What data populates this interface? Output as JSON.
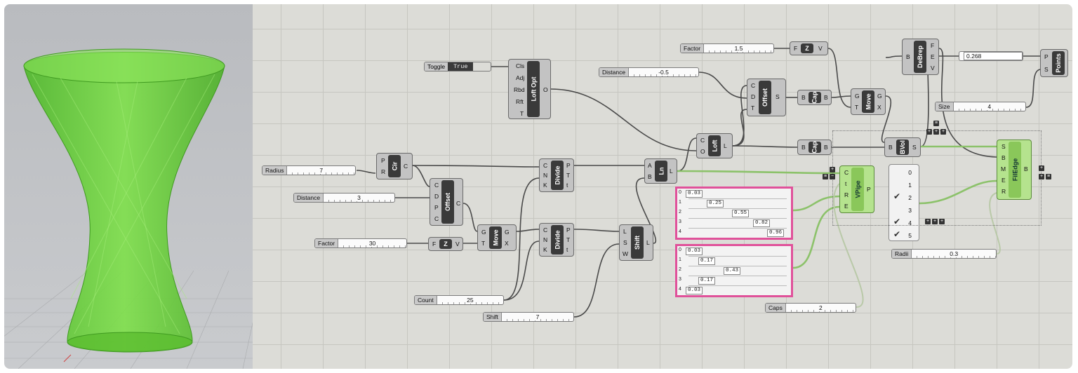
{
  "viewport": {
    "object_color": "#66cc33"
  },
  "canvas": {
    "grid_color": "#c6c6c0",
    "background": "#dcdcd7"
  },
  "sliders": {
    "radius": {
      "label": "Radius",
      "value": "7"
    },
    "distance1": {
      "label": "Distance",
      "value": "3"
    },
    "factor1": {
      "label": "Factor",
      "value": "30"
    },
    "count": {
      "label": "Count",
      "value": "25"
    },
    "shift": {
      "label": "Shift",
      "value": "7"
    },
    "distance2": {
      "label": "Distance",
      "value": "-0.5"
    },
    "factor2": {
      "label": "Factor",
      "value": "1.5"
    },
    "size": {
      "label": "Size",
      "value": "4"
    },
    "radii": {
      "label": "Radii",
      "value": "0.3"
    },
    "caps": {
      "label": "Caps",
      "value": "2"
    }
  },
  "toggle": {
    "label": "Toggle",
    "value": "True"
  },
  "components": {
    "cir": {
      "name": "Cir",
      "inputs": [
        "P",
        "R"
      ],
      "outputs": [
        "C"
      ]
    },
    "offset1": {
      "name": "Offset",
      "inputs": [
        "C",
        "D",
        "P",
        "C"
      ],
      "outputs": [
        "C"
      ]
    },
    "zvec1": {
      "name": "Z",
      "inputs": [
        "F"
      ],
      "outputs": [
        "V"
      ]
    },
    "move1": {
      "name": "Move",
      "inputs": [
        "G",
        "T"
      ],
      "outputs": [
        "G",
        "X"
      ]
    },
    "divide1": {
      "name": "Divide",
      "inputs": [
        "C",
        "N",
        "K"
      ],
      "outputs": [
        "P",
        "T",
        "t"
      ]
    },
    "divide2": {
      "name": "Divide",
      "inputs": [
        "C",
        "N",
        "K"
      ],
      "outputs": [
        "P",
        "T",
        "t"
      ]
    },
    "loftopt": {
      "name": "Loft Opt",
      "inputs": [
        "Cls",
        "Adj",
        "Rbd",
        "Rft",
        "T"
      ],
      "outputs": [
        "O"
      ]
    },
    "ln": {
      "name": "Ln",
      "inputs": [
        "A",
        "B"
      ],
      "outputs": [
        "L"
      ]
    },
    "shift": {
      "name": "Shift",
      "inputs": [
        "L",
        "S",
        "W"
      ],
      "outputs": [
        "L"
      ]
    },
    "loft": {
      "name": "Loft",
      "inputs": [
        "C",
        "O"
      ],
      "outputs": [
        "L"
      ]
    },
    "offset2": {
      "name": "Offset",
      "inputs": [
        "C",
        "D",
        "T"
      ],
      "outputs": [
        "S"
      ]
    },
    "cap1": {
      "name": "Cap",
      "inputs": [
        "B"
      ],
      "outputs": [
        "B"
      ]
    },
    "cap2": {
      "name": "Cap",
      "inputs": [
        "B"
      ],
      "outputs": [
        "B"
      ]
    },
    "zvec2": {
      "name": "Z",
      "inputs": [
        "F"
      ],
      "outputs": [
        "V"
      ]
    },
    "move2": {
      "name": "Move",
      "inputs": [
        "G",
        "T"
      ],
      "outputs": [
        "G",
        "X"
      ]
    },
    "debrep": {
      "name": "DeBrep",
      "inputs": [
        "B"
      ],
      "outputs": [
        "F",
        "E",
        "V"
      ]
    },
    "points": {
      "name": "Points",
      "inputs": [
        "P",
        "S"
      ],
      "outputs": []
    },
    "bvol": {
      "name": "BVol",
      "inputs": [
        "B"
      ],
      "outputs": [
        "S"
      ]
    },
    "vpipe": {
      "name": "VPipe",
      "inputs": [
        "C",
        "t",
        "R",
        "E"
      ],
      "outputs": [
        "P"
      ]
    },
    "filedge": {
      "name": "FilEdge",
      "inputs": [
        "S",
        "B",
        "M",
        "E",
        "R"
      ],
      "outputs": [
        "B"
      ]
    }
  },
  "number_display": {
    "value": "0.268"
  },
  "panel1": {
    "indices": [
      "0",
      "1",
      "2",
      "3",
      "4"
    ],
    "values": [
      "0.03",
      "0.25",
      "0.55",
      "0.82",
      "0.96"
    ]
  },
  "panel2": {
    "indices": [
      "0",
      "1",
      "2",
      "3",
      "4"
    ],
    "values": [
      "0.03",
      "0.17",
      "0.43",
      "0.17",
      "0.03"
    ]
  },
  "value_list": {
    "items": [
      "0",
      "1",
      "2",
      "3",
      "4",
      "5"
    ],
    "checked": [
      "2",
      "4",
      "5"
    ]
  }
}
